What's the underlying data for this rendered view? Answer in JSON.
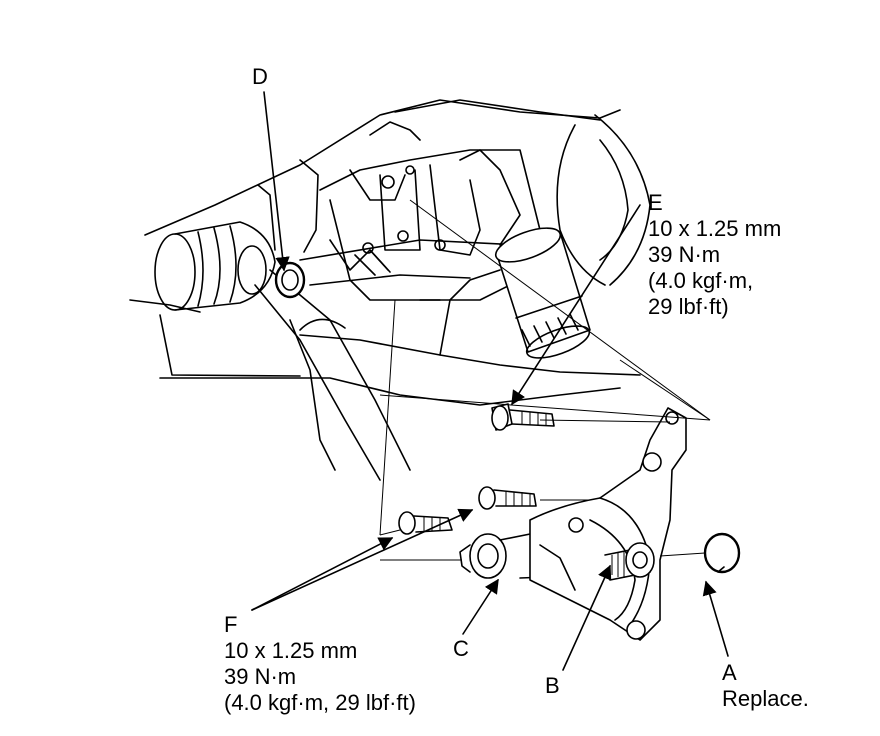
{
  "callouts": {
    "A": {
      "letter": "A",
      "note": "Replace."
    },
    "B": {
      "letter": "B"
    },
    "C": {
      "letter": "C"
    },
    "D": {
      "letter": "D"
    },
    "E": {
      "letter": "E",
      "lines": [
        "10 x 1.25 mm",
        "39 N·m",
        "(4.0 kgf·m,",
        "29 lbf·ft)"
      ]
    },
    "F": {
      "letter": "F",
      "lines": [
        "10 x 1.25 mm",
        "39 N·m",
        "(4.0 kgf·m, 29 lbf·ft)"
      ]
    }
  },
  "colors": {
    "ink": "#000000",
    "paper": "#ffffff"
  }
}
